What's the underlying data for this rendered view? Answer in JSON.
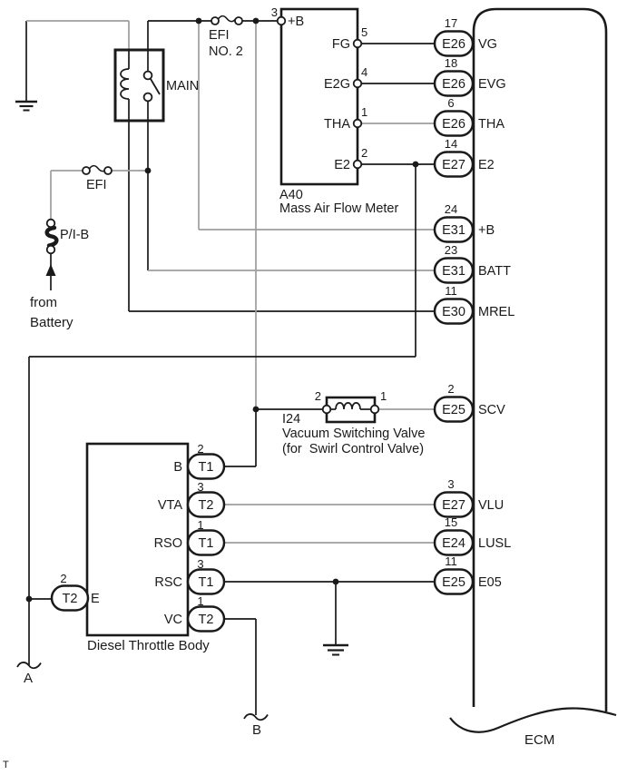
{
  "colors": {
    "wire_black": "#1a1a1a",
    "wire_gray": "#9e9e9e"
  },
  "labels": {
    "corner_t": "T",
    "break_a": "A",
    "break_b": "B",
    "from_battery_line1": "from",
    "from_battery_line2": "Battery",
    "pib_link": "P/I-B",
    "efi_fuse": "EFI",
    "efi_no2_line1": "EFI",
    "efi_no2_line2": "NO. 2",
    "main_relay": "MAIN"
  },
  "maf": {
    "code": "A40",
    "name": "Mass Air Flow Meter",
    "left_pin": {
      "num": "3",
      "name": "+B"
    },
    "pins": [
      {
        "num": "5",
        "name": "FG"
      },
      {
        "num": "4",
        "name": "E2G"
      },
      {
        "num": "1",
        "name": "THA"
      },
      {
        "num": "2",
        "name": "E2"
      }
    ]
  },
  "vsv": {
    "code": "I24",
    "name": "Vacuum Switching Valve",
    "note": "(for  Swirl Control Valve)",
    "pin_left": "2",
    "pin_right": "1"
  },
  "throttle": {
    "name": "Diesel Throttle Body",
    "left_pin": {
      "num": "2",
      "conn": "T2",
      "name": "E"
    },
    "pins": [
      {
        "num": "2",
        "conn": "T1",
        "name": "B"
      },
      {
        "num": "3",
        "conn": "T2",
        "name": "VTA"
      },
      {
        "num": "1",
        "conn": "T1",
        "name": "RSO"
      },
      {
        "num": "3",
        "conn": "T1",
        "name": "RSC"
      },
      {
        "num": "1",
        "conn": "T2",
        "name": "VC"
      }
    ]
  },
  "ecm": {
    "label": "ECM",
    "rows": [
      {
        "pin": "17",
        "conn": "E26",
        "signal": "VG"
      },
      {
        "pin": "18",
        "conn": "E26",
        "signal": "EVG"
      },
      {
        "pin": "6",
        "conn": "E26",
        "signal": "THA"
      },
      {
        "pin": "14",
        "conn": "E27",
        "signal": "E2"
      },
      {
        "pin": "24",
        "conn": "E31",
        "signal": "+B"
      },
      {
        "pin": "23",
        "conn": "E31",
        "signal": "BATT"
      },
      {
        "pin": "11",
        "conn": "E30",
        "signal": "MREL"
      },
      {
        "pin": "2",
        "conn": "E25",
        "signal": "SCV"
      },
      {
        "pin": "3",
        "conn": "E27",
        "signal": "VLU"
      },
      {
        "pin": "15",
        "conn": "E24",
        "signal": "LUSL"
      },
      {
        "pin": "11",
        "conn": "E25",
        "signal": "E05"
      }
    ]
  }
}
